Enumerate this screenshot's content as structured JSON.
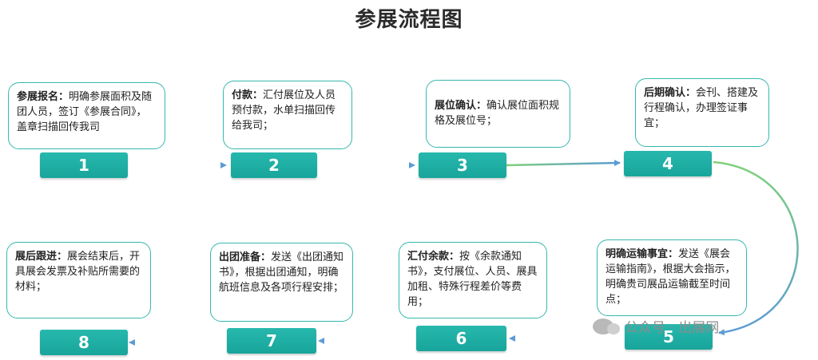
{
  "title": "参展流程图",
  "steps": [
    {
      "number": "1",
      "label": "参展报名：",
      "text": "明确参展面积及随团人员，签订《参展合同》，盖章扫描回传我司"
    },
    {
      "number": "2",
      "label": "付款：",
      "text": "汇付展位及人员预付款，水单扫描回传给我司；"
    },
    {
      "number": "3",
      "label": "展位确认：",
      "text": "确认展位面积规格及展位号；"
    },
    {
      "number": "4",
      "label": "后期确认：",
      "text": "会刊、搭建及行程确认，办理签证事宜；"
    },
    {
      "number": "5",
      "label": "明确运输事宜：",
      "text": "发送《展会运输指南》，根据大会指示，明确贵司展品运输截至时间点；"
    },
    {
      "number": "6",
      "label": "汇付余款：",
      "text": "按《余款通知书》，支付展位、人员、展具加租、特殊行程差价等费用；"
    },
    {
      "number": "7",
      "label": "出团准备：",
      "text": "发送《出团通知书》，根据出团通知，明确航班信息及各项行程安排；"
    },
    {
      "number": "8",
      "label": "展后跟进：",
      "text": "展会结束后，开具展会发票及补贴所需要的材料；"
    }
  ],
  "watermark": "公众号 · 出展网",
  "colors": {
    "teal": "#1fb0a6",
    "arrow_blue": "#5b9bd5",
    "arrow_green": "#7fd17a"
  }
}
